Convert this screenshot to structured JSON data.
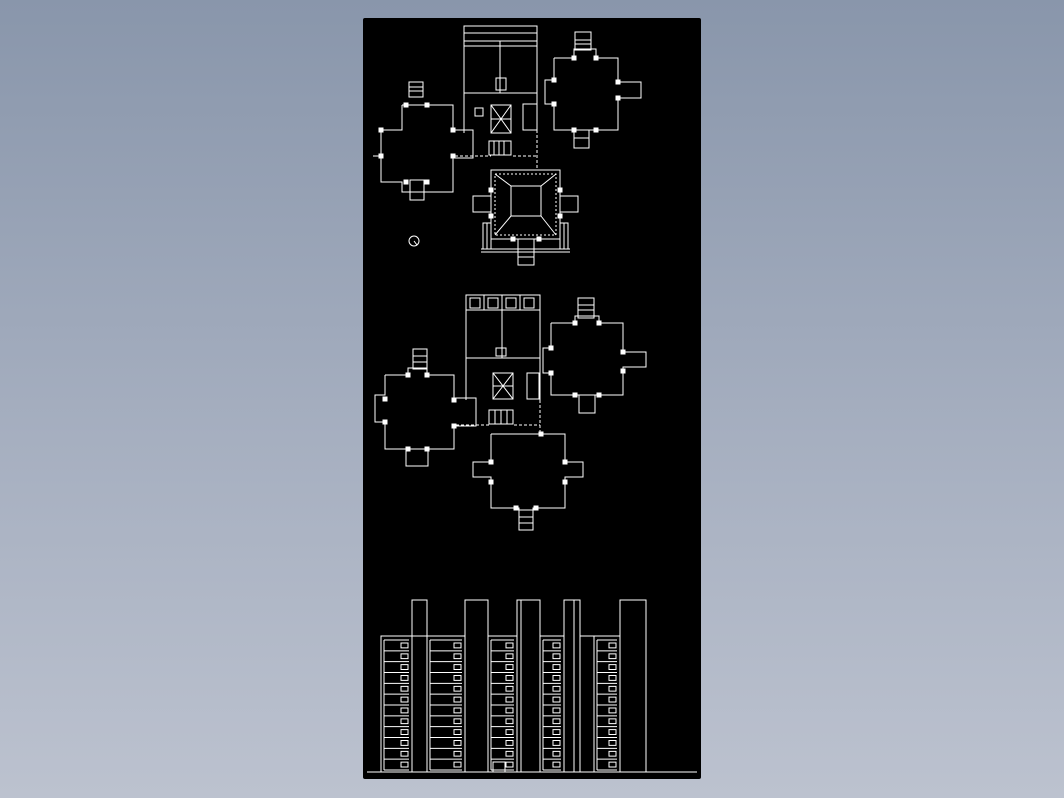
{
  "viewer": {
    "background_top": "#8996ab",
    "background_bottom": "#bcc2cf",
    "sheet_color": "#000000",
    "line_color": "#ffffff"
  },
  "drawing": {
    "views": [
      "upper-floor-plan",
      "lower-floor-plan",
      "front-elevation"
    ],
    "plan_blocks_per_view": 4,
    "elevation_towers": 5,
    "elevation_floors": 12
  }
}
